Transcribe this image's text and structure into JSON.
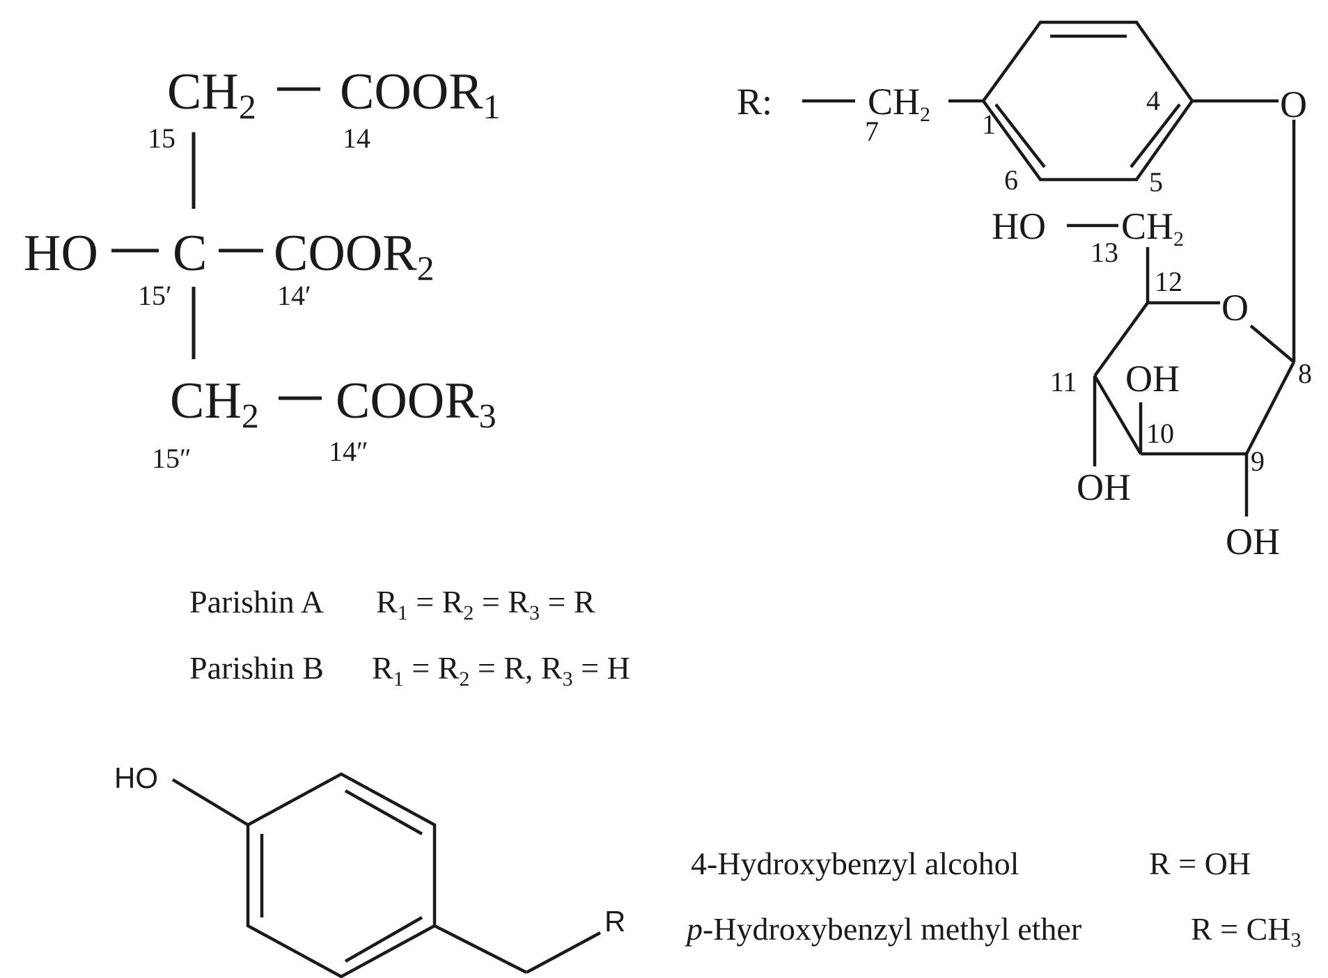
{
  "citrate": {
    "ch2_top": "CH",
    "ch2_top_sub": "2",
    "coor1": "COOR",
    "coor1_sub": "1",
    "ho": "HO",
    "c": "C",
    "coor2": "COOR",
    "coor2_sub": "2",
    "ch2_bottom": "CH",
    "ch2_bottom_sub": "2",
    "coor3": "COOR",
    "coor3_sub": "3",
    "n15": "15",
    "n14": "14",
    "n15p": "15′",
    "n14p": "14′",
    "n15pp": "15″",
    "n14pp": "14″"
  },
  "gastrodin": {
    "r_label": "R:",
    "ch2": "CH",
    "ch2_sub": "2",
    "o_link": "O",
    "ho": "HO",
    "ch2b": "CH",
    "ch2b_sub": "2",
    "o_ring": "O",
    "oh10": "OH",
    "oh11": "OH",
    "oh9": "OH",
    "n1": "1",
    "n4": "4",
    "n5": "5",
    "n6": "6",
    "n7": "7",
    "n8": "8",
    "n9": "9",
    "n10": "10",
    "n11": "11",
    "n12": "12",
    "n13": "13"
  },
  "captions": {
    "parishin_a_name": "Parishin A",
    "parishin_a_formula": [
      {
        "t": "R",
        "s": "1"
      },
      {
        "t": " = R",
        "s": "2"
      },
      {
        "t": " = R",
        "s": "3"
      },
      {
        "t": " = R",
        "s": ""
      }
    ],
    "parishin_b_name": "Parishin B",
    "parishin_b_formula": [
      {
        "t": "R",
        "s": "1"
      },
      {
        "t": " = R",
        "s": "2"
      },
      {
        "t": " = R, R",
        "s": "3"
      },
      {
        "t": " = H",
        "s": ""
      }
    ]
  },
  "phenol": {
    "ho": "HO",
    "r": "R"
  },
  "legend": {
    "line1_name": "4-Hydroxybenzyl alcohol",
    "line1_formula": "R = OH",
    "line2_italic": "p",
    "line2_name": "-Hydroxybenzyl methyl ether",
    "line2_formula": "R = CH",
    "line2_sub": "3"
  }
}
